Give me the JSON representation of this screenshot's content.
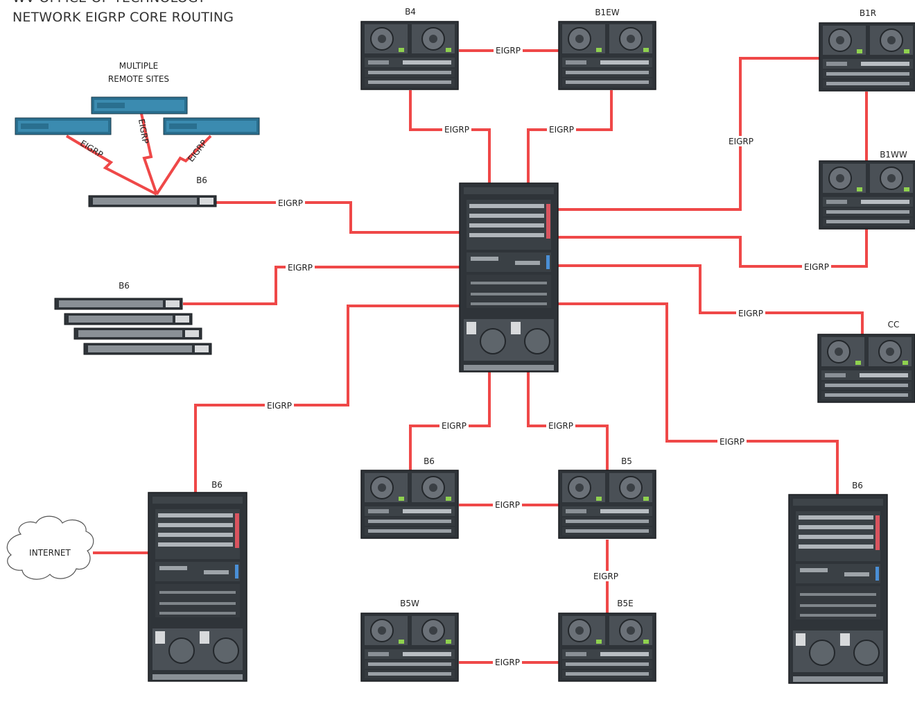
{
  "title": {
    "line1": "WV OFFICE OF TECHNOLOGY",
    "line2": "NETWORK EIGRP CORE ROUTING"
  },
  "remote_sites": {
    "line1": "MULTIPLE",
    "line2": "REMOTE SITES"
  },
  "internet": "INTERNET",
  "devices": {
    "b4": "B4",
    "b1ew": "B1EW",
    "b1r": "B1R",
    "b1ww": "B1WW",
    "cc": "CC",
    "b6_switch": "B6",
    "b6_stack": "B6",
    "b6_small": "B6",
    "b5": "B5",
    "b6_left": "B6",
    "b6_right": "B6",
    "b5w": "B5W",
    "b5e": "B5E"
  },
  "link_label": "EIGRP",
  "colors": {
    "link": "#ef4848",
    "chassis": "#2e3338",
    "panel": "#5a6066"
  }
}
